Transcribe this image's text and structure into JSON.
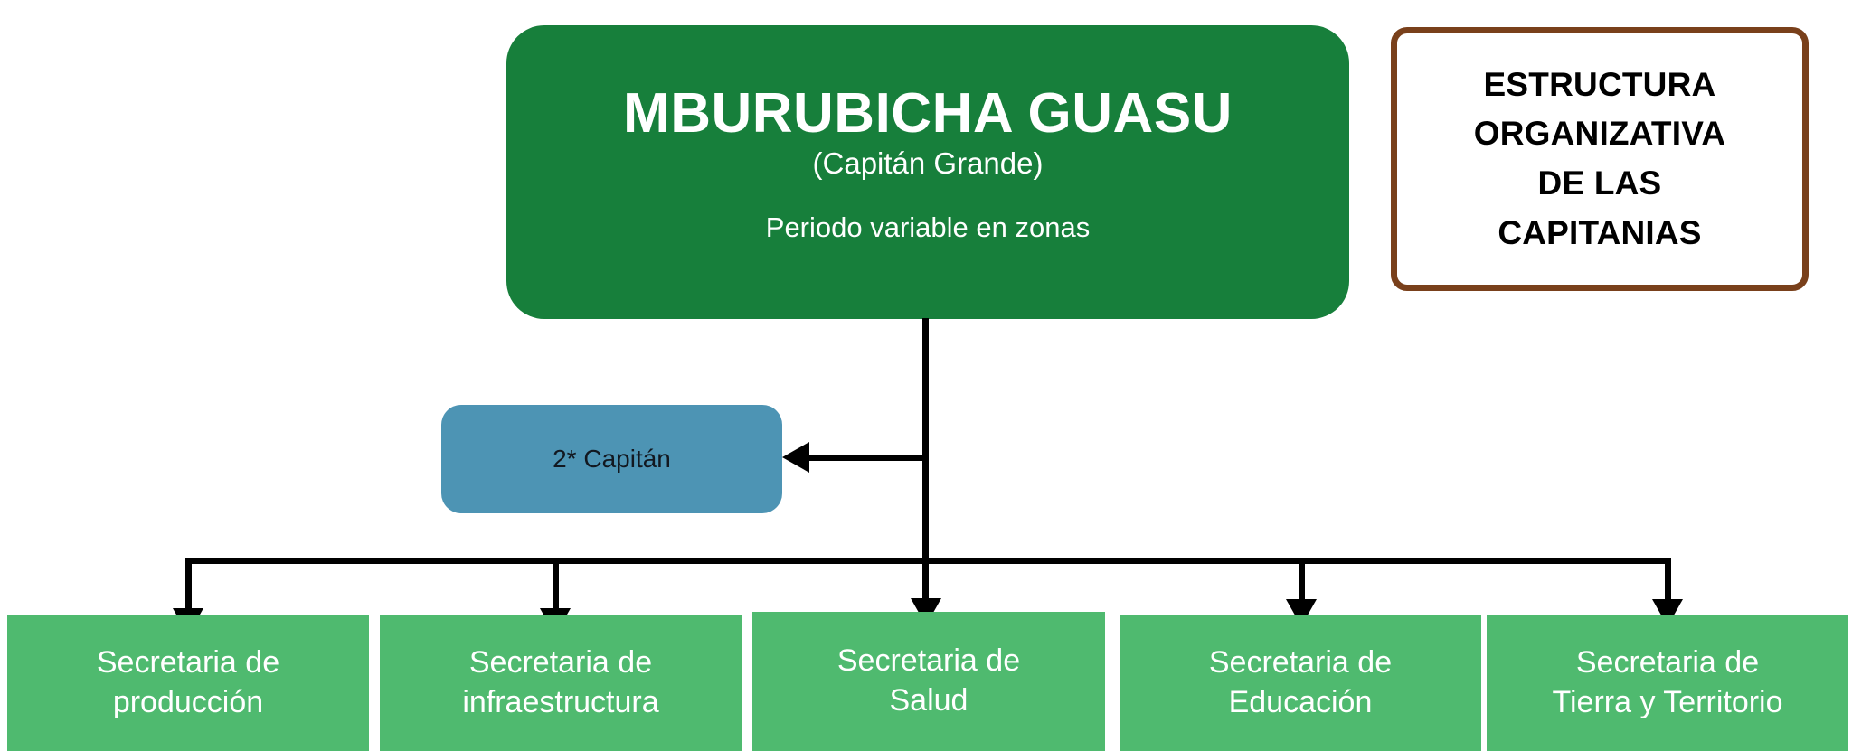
{
  "diagram": {
    "title_card": {
      "lines": [
        "ESTRUCTURA",
        "ORGANIZATIVA",
        "DE LAS",
        "CAPITANIAS"
      ],
      "border_color": "#79401B",
      "text_color": "#000000",
      "background": "#FFFFFF"
    },
    "root": {
      "title": "MBURUBICHA GUASU",
      "subtitle": "(Capitán Grande)",
      "note": "Periodo variable en zonas",
      "color": "#177F3B",
      "text_color": "#FFFFFF"
    },
    "deputy": {
      "label": "2* Capitán",
      "color": "#4D94B4",
      "text_color": "#121820"
    },
    "secretariats": [
      {
        "line1": "Secretaria de",
        "line2": "producción"
      },
      {
        "line1": "Secretaria de",
        "line2": "infraestructura"
      },
      {
        "line1": "Secretaria de",
        "line2": "Salud"
      },
      {
        "line1": "Secretaria de",
        "line2": "Educación"
      },
      {
        "line1": "Secretaria de",
        "line2": "Tierra y Territorio"
      }
    ],
    "secretariat_color": "#4FBA6F",
    "secretariat_text_color": "#FFFFFF",
    "connector_color": "#000000"
  }
}
